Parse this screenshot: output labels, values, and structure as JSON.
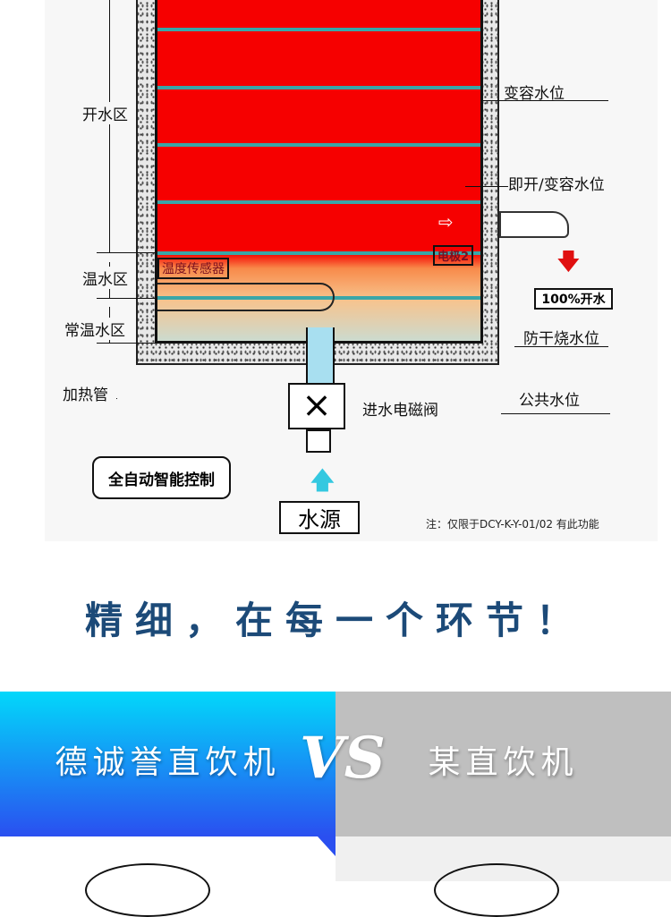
{
  "diagram": {
    "left_labels": {
      "boiling_zone": "开水区",
      "warm_zone": "温水区",
      "normal_zone": "常温水区",
      "heating_tube": "加热管"
    },
    "right_labels": {
      "variable_level": "变容水位",
      "instant_variable_level": "即开/变容水位",
      "anti_dry_level": "防干烧水位",
      "common_level": "公共水位"
    },
    "temperature_sensor": "温度传感器",
    "electrode": "电极2",
    "output": "100%开水",
    "valve": "进水电磁阀",
    "control": "全自动智能控制",
    "water_source": "水源",
    "note": "注：仅限于DCY-K-Y-01/02 有此功能"
  },
  "headline": "精细，在每一个环节！",
  "comparison": {
    "left": "德诚誉直饮机",
    "vs": "VS",
    "right": "某直饮机"
  }
}
